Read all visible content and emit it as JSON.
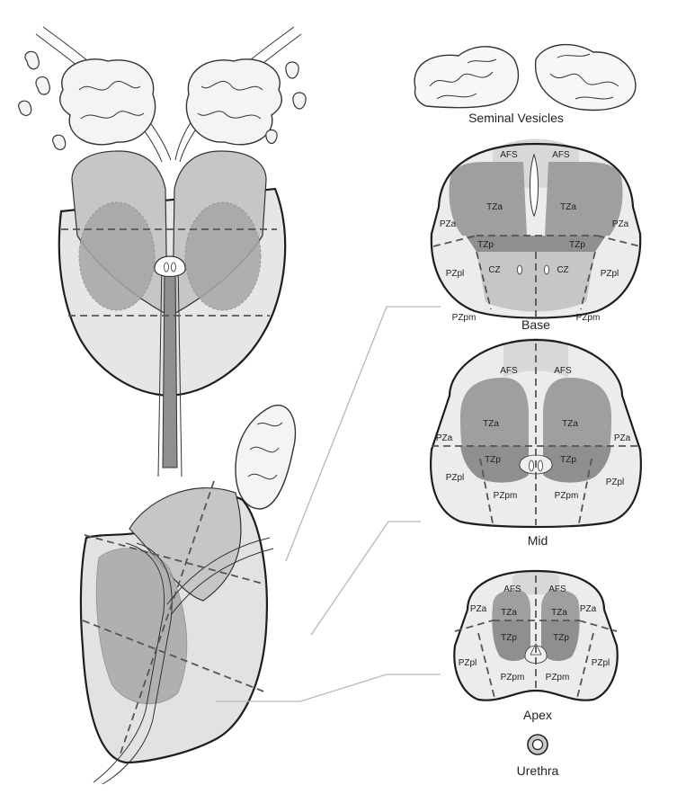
{
  "labels": {
    "seminal_vesicles": "Seminal Vesicles",
    "base": "Base",
    "mid": "Mid",
    "apex": "Apex",
    "urethra": "Urethra"
  },
  "zones": {
    "afs": "AFS",
    "tza": "TZa",
    "tzp": "TZp",
    "pza": "PZa",
    "pzpl": "PZpl",
    "pzpm": "PZpm",
    "cz": "CZ"
  },
  "colors": {
    "outline": "#1e1e1e",
    "peripheral_zone": "#ececec",
    "transition_zone": "#9d9d9d",
    "central_zone": "#c4c4c4",
    "stroma": "#d6d6d6",
    "dashed_line": "#555555"
  }
}
